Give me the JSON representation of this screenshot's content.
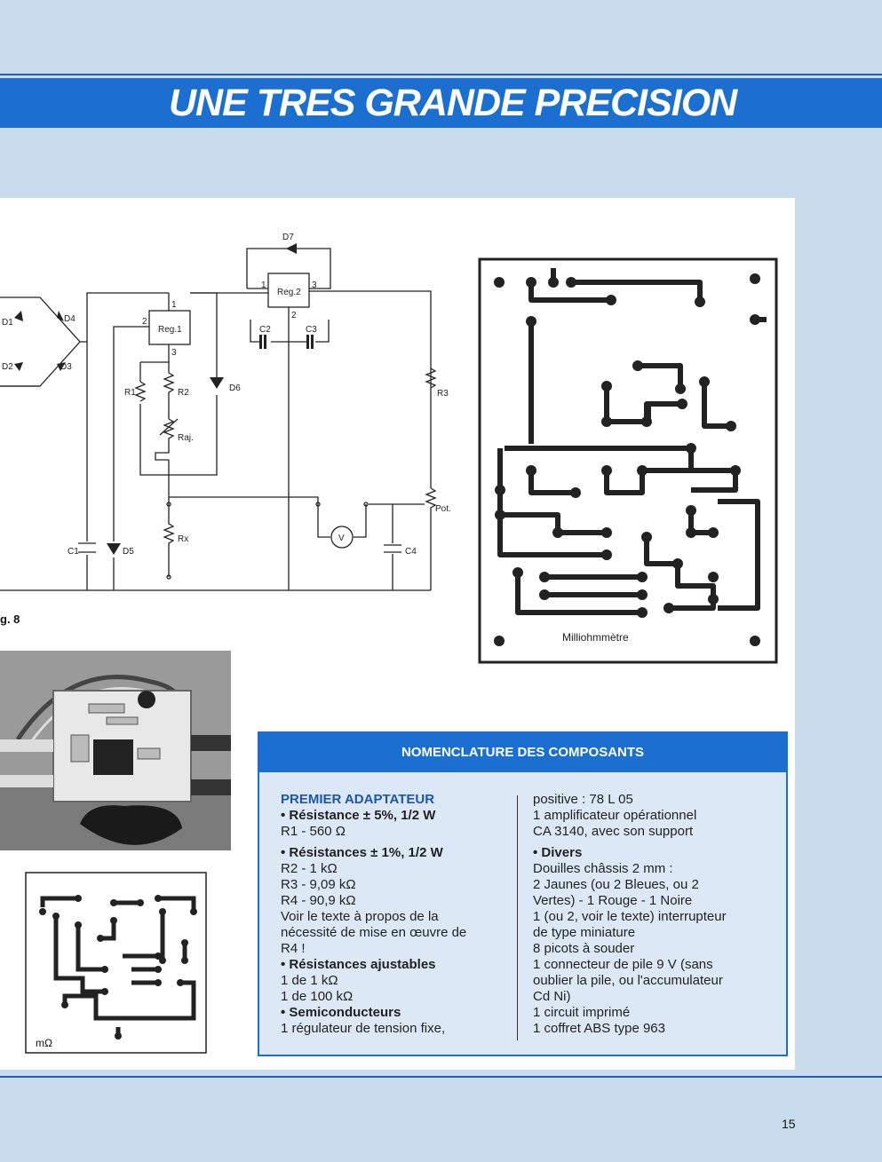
{
  "header": {
    "title": "UNE TRES GRANDE PRECISION"
  },
  "figure": {
    "fig_label": "g. 8",
    "schematic_labels": {
      "d7": "D7",
      "reg2": "Reg.2",
      "reg1": "Reg.1",
      "d1": "D1",
      "d4": "D4",
      "d2": "D2",
      "d3": "D3",
      "r1": "R1",
      "r2": "R2",
      "d6": "D6",
      "r3": "R3",
      "raj": "Raj.",
      "pot": "Pot.",
      "rx": "Rx",
      "c1": "C1",
      "d5": "D5",
      "c4": "C4",
      "c2": "C2",
      "c3": "C3",
      "v": "V",
      "n1a": "1",
      "n2a": "2",
      "n3a": "3",
      "n1b": "1",
      "n2b": "2",
      "n3b": "3"
    },
    "pcb_caption": "Milliohmmètre",
    "small_pcb_caption": "mΩ"
  },
  "nomenclature": {
    "heading": "NOMENCLATURE  DES COMPOSANTS",
    "section": "PREMIER ADAPTATEUR",
    "items_col1": [
      {
        "type": "bullet",
        "text": "• Résistance ± 5%, 1/2 W"
      },
      {
        "type": "line",
        "text": "R1 - 560 Ω"
      },
      {
        "type": "gap"
      },
      {
        "type": "bullet",
        "text": "• Résistances ± 1%, 1/2 W"
      },
      {
        "type": "line",
        "text": "R2 - 1 kΩ"
      },
      {
        "type": "line",
        "text": "R3 - 9,09 kΩ"
      },
      {
        "type": "line",
        "text": "R4 - 90,9 kΩ"
      },
      {
        "type": "line",
        "text": "Voir le texte à propos de la"
      },
      {
        "type": "line",
        "text": "nécessité de mise en œuvre de"
      },
      {
        "type": "line",
        "text": "R4 !"
      },
      {
        "type": "bullet",
        "text": "• Résistances ajustables"
      },
      {
        "type": "line",
        "text": "1 de 1 kΩ"
      },
      {
        "type": "line",
        "text": "1 de 100 kΩ"
      },
      {
        "type": "bullet",
        "text": "• Semiconducteurs"
      },
      {
        "type": "line",
        "text": "1 régulateur de tension fixe,"
      }
    ],
    "items_col2": [
      {
        "type": "line",
        "text": "positive : 78 L 05"
      },
      {
        "type": "line",
        "text": "1 amplificateur opérationnel"
      },
      {
        "type": "line",
        "text": "CA 3140, avec son support"
      },
      {
        "type": "gap"
      },
      {
        "type": "bullet",
        "text": "• Divers"
      },
      {
        "type": "line",
        "text": "Douilles châssis 2 mm :"
      },
      {
        "type": "line",
        "text": "2 Jaunes (ou 2 Bleues, ou 2"
      },
      {
        "type": "line",
        "text": "Vertes) - 1 Rouge - 1 Noire"
      },
      {
        "type": "line",
        "text": "1 (ou 2, voir le texte) interrupteur"
      },
      {
        "type": "line",
        "text": "de type miniature"
      },
      {
        "type": "line",
        "text": "8 picots à souder"
      },
      {
        "type": "line",
        "text": "1 connecteur de pile 9 V (sans"
      },
      {
        "type": "line",
        "text": "oublier la pile, ou l'accumulateur"
      },
      {
        "type": "line",
        "text": "Cd Ni)"
      },
      {
        "type": "line",
        "text": "1 circuit imprimé"
      },
      {
        "type": "line",
        "text": "1 coffret ABS type 963"
      }
    ]
  },
  "footer": {
    "page_number": "15"
  },
  "colors": {
    "brand_blue": "#1a6fd1",
    "page_bg": "#c9dcee",
    "box_bg": "#dce8f6"
  }
}
